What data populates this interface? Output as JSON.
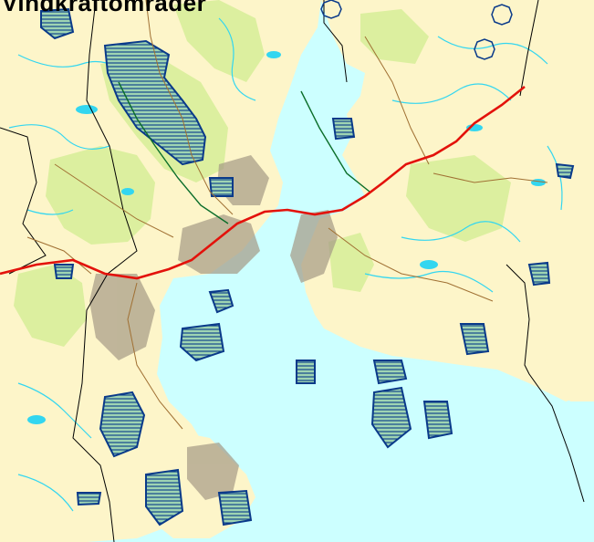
{
  "map": {
    "title": "Vindkraftområder",
    "colors": {
      "sea": "#ccffff",
      "land": "#fdf5c9",
      "forest": "#dcef9f",
      "water": "#33d6f0",
      "protected_outline": "#0a3a8a",
      "protected_fill": "#9ed4b2",
      "main_road": "#e3120b",
      "road": "#a07033",
      "rail": "#0b6e2a",
      "boundary": "#000000",
      "urban": "#a59a86"
    },
    "symbols": [
      "octagon-symbol",
      "octagon-symbol",
      "octagon-symbol"
    ]
  }
}
